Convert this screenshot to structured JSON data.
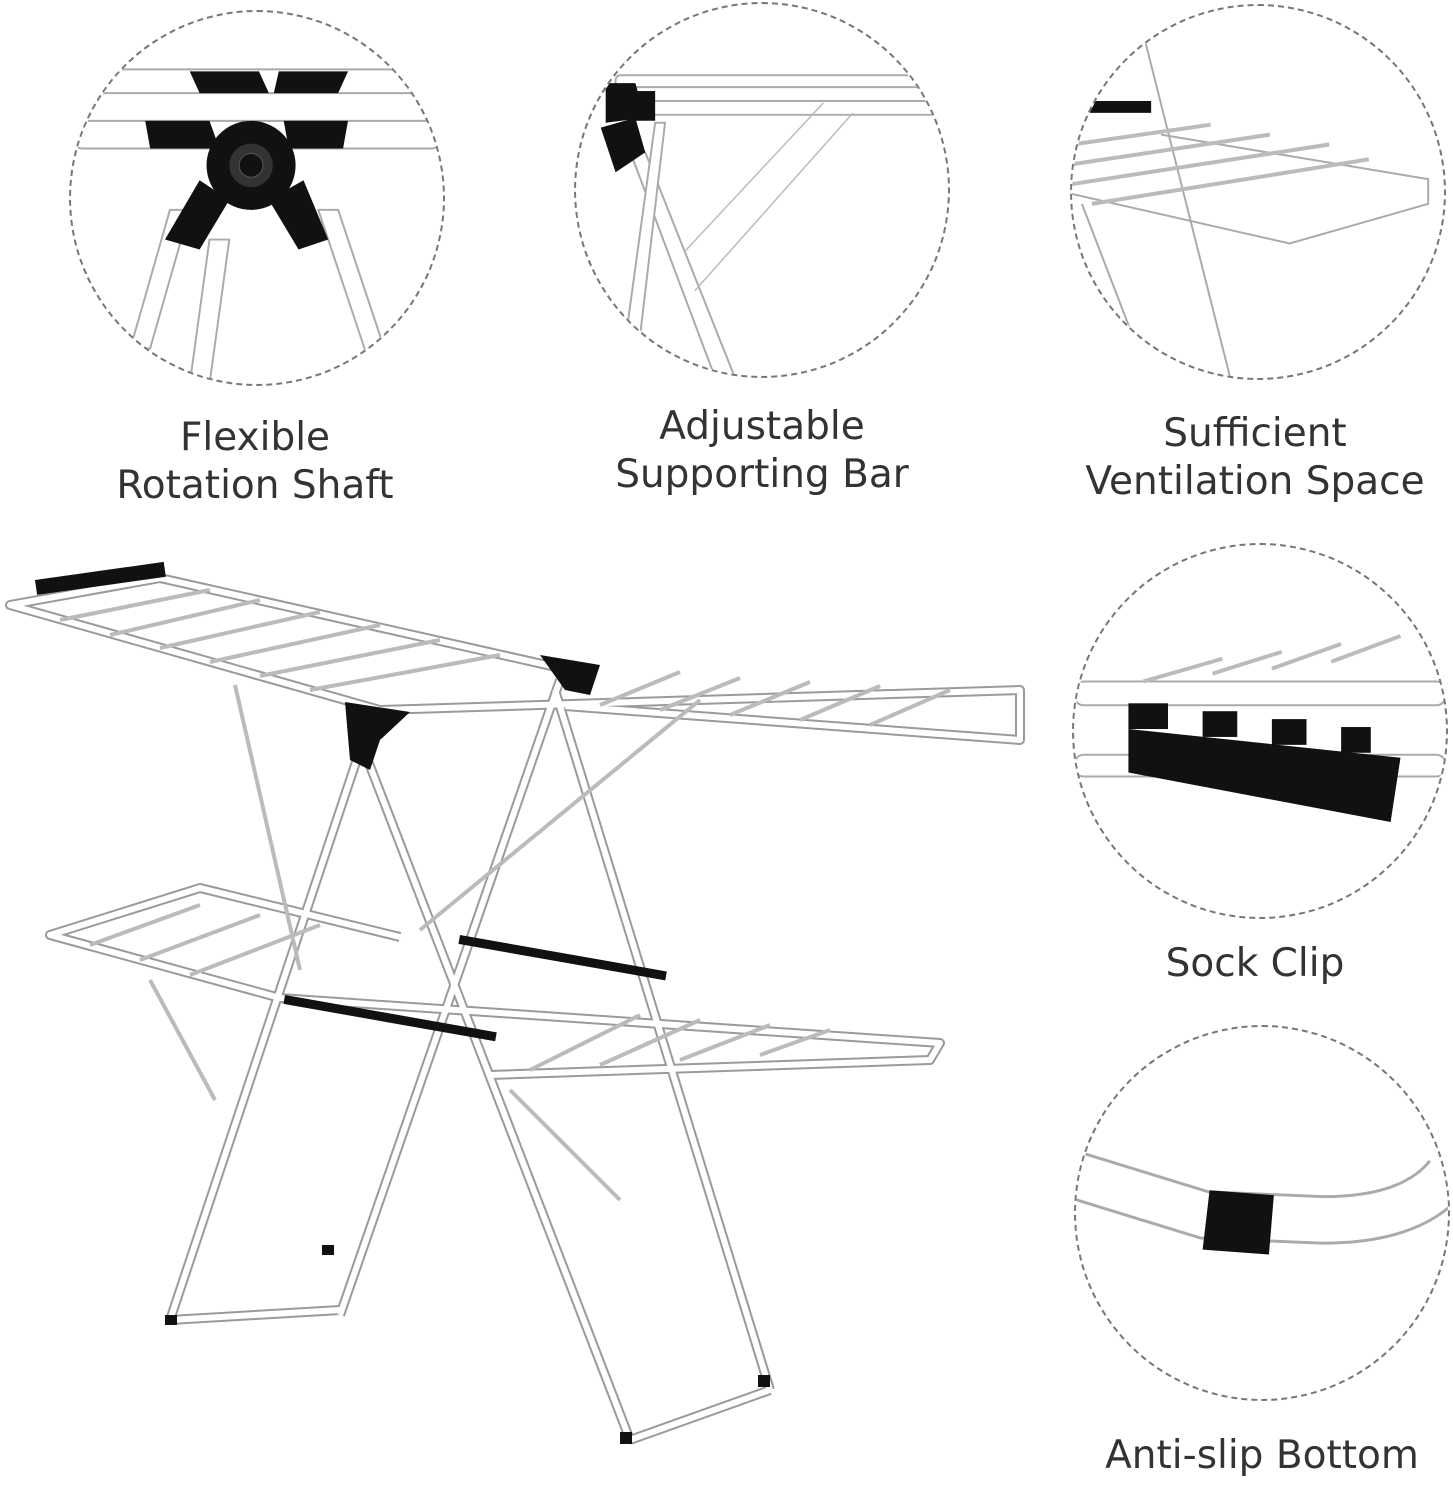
{
  "features": [
    {
      "line1": "Flexible",
      "line2": "Rotation Shaft"
    },
    {
      "line1": "Adjustable",
      "line2": "Supporting Bar"
    },
    {
      "line1": "Sufficient",
      "line2": "Ventilation Space"
    },
    {
      "line1": "Sock Clip"
    },
    {
      "line1": "Anti-slip Bottom"
    }
  ],
  "colors": {
    "frame": "#ffffff",
    "outline": "#9a9a9a",
    "accent": "#111111",
    "dashed_border": "#777777",
    "text": "#333333"
  }
}
